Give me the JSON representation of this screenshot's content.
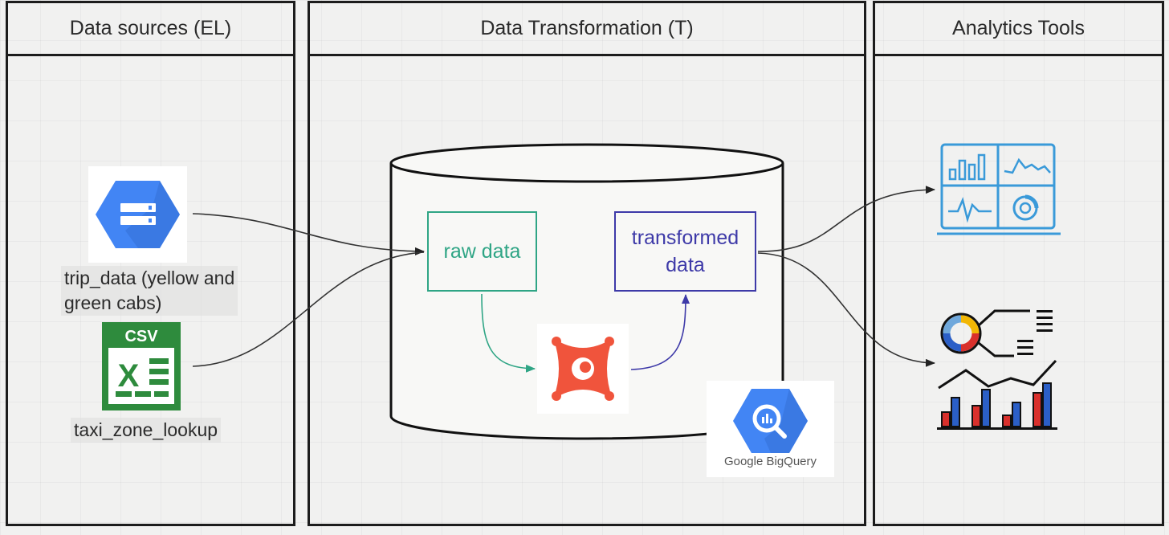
{
  "lanes": [
    {
      "title": "Data sources (EL)"
    },
    {
      "title": "Data Transformation (T)"
    },
    {
      "title": "Analytics Tools"
    }
  ],
  "sources": {
    "trip_data": "trip_data (yellow and green cabs)",
    "trip_data_line1": "trip_data (yellow and",
    "trip_data_line2": "green cabs)",
    "taxi_zone": "taxi_zone_lookup",
    "csv_label": "CSV"
  },
  "warehouse": {
    "raw_label": "raw data",
    "transformed_line1": "transformed",
    "transformed_line2": "data",
    "bigquery_label": "Google BigQuery"
  },
  "colors": {
    "raw": "#2fa585",
    "transformed": "#3e3aa8",
    "cloud_blue": "#4285f4",
    "excel_green": "#2e8b3d",
    "dbt_orange": "#f0543c",
    "dashboard_blue": "#3a9ad9"
  },
  "icons": [
    "cloud-storage-icon",
    "csv-file-icon",
    "dbt-icon",
    "bigquery-icon",
    "dashboard-icon",
    "analytics-report-icon"
  ]
}
